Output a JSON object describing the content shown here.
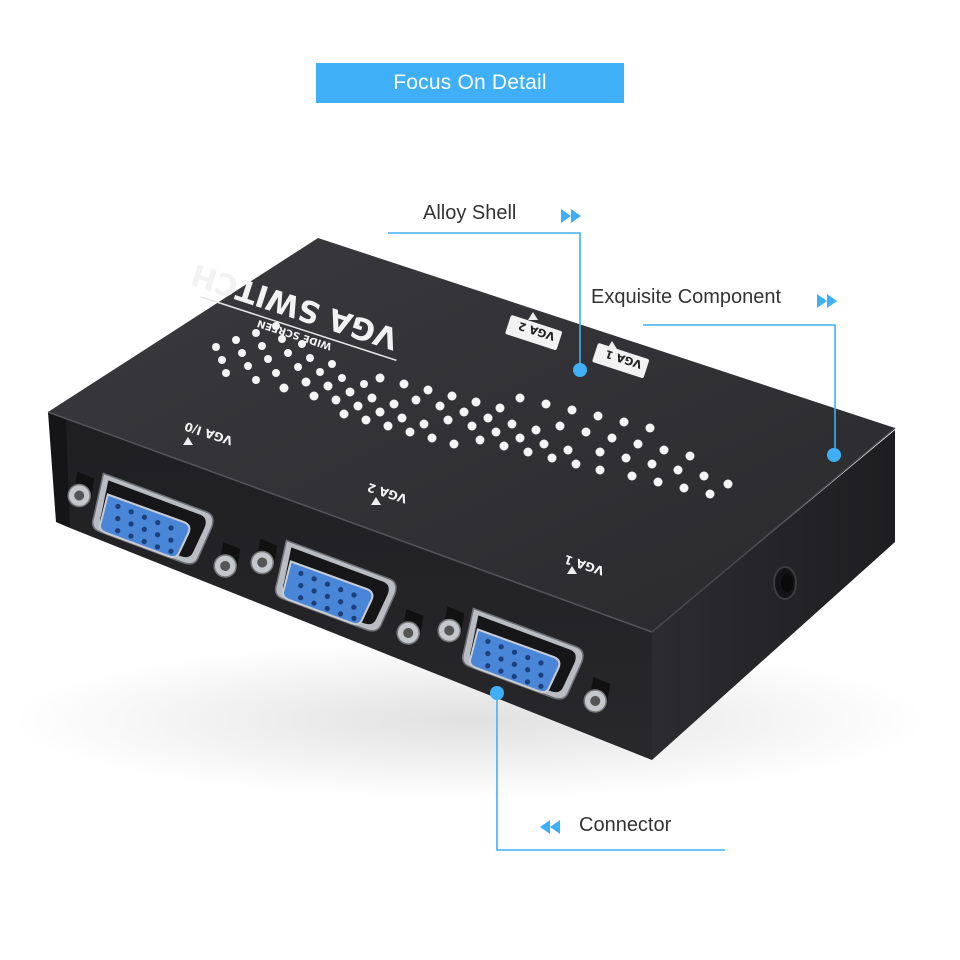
{
  "banner": {
    "title": "Focus On Detail",
    "color": "#3fb0f7"
  },
  "callouts": [
    {
      "id": "alloy-shell",
      "label": "Alloy Shell",
      "arrow": "fast-forward-icon"
    },
    {
      "id": "exquisite-component",
      "label": "Exquisite Component",
      "arrow": "fast-forward-icon"
    },
    {
      "id": "connector",
      "label": "Connector",
      "arrow": "rewind-icon"
    }
  ],
  "accent_color": "#3fb0f7",
  "device": {
    "top_label": "VGA SWITCH",
    "top_sublabel": "WIDE SCREEN",
    "top_port_tags": [
      "VGA 2",
      "VGA 1"
    ],
    "front_port_labels": [
      "VGA I/0",
      "VGA 2",
      "VGA 1"
    ],
    "body_color": "#2b2b2e",
    "port_color": "#4a86d8"
  }
}
